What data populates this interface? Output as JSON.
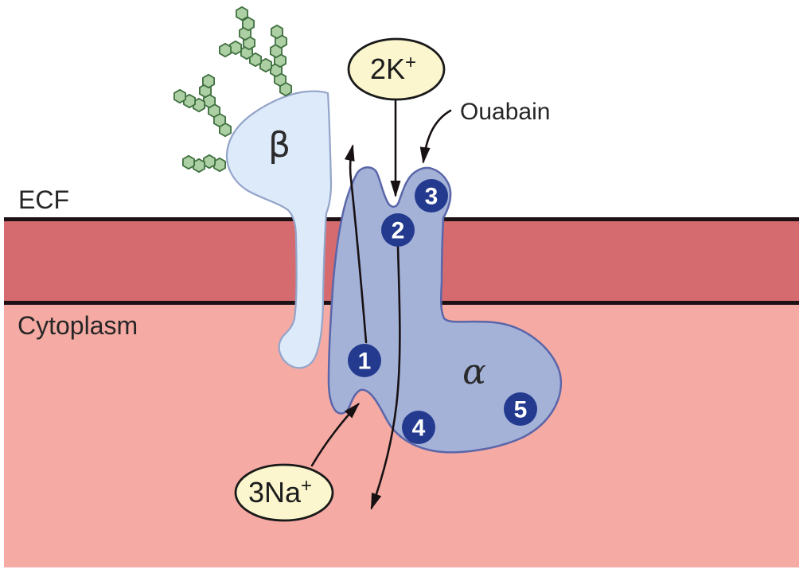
{
  "labels": {
    "ecf": "ECF",
    "cytoplasm": "Cytoplasm",
    "ouabain": "Ouabain",
    "alpha_subunit": "α",
    "beta_subunit": "β"
  },
  "ions": {
    "potassium": {
      "text": "2K",
      "superscript": "+"
    },
    "sodium": {
      "text": "3Na",
      "superscript": "+"
    }
  },
  "sites": [
    "1",
    "2",
    "3",
    "4",
    "5"
  ],
  "colors": {
    "membrane": "#d66b6f",
    "membrane-line": "#1c1114",
    "cytoplasm": "#f5aba4",
    "alpha-fill": "#a5b2d8",
    "alpha-stroke": "#5a66a9",
    "beta-fill": "#ddeafa",
    "beta-stroke": "#93a4c9",
    "site-fill": "#233a8f",
    "site-text": "#ffffff",
    "ion-fill": "#fbf6cd",
    "ion-stroke": "#1a1a1a",
    "glycan-fill": "#adcfa4",
    "glycan-stroke": "#3f7040",
    "arrow": "#181114",
    "text": "#262626"
  }
}
